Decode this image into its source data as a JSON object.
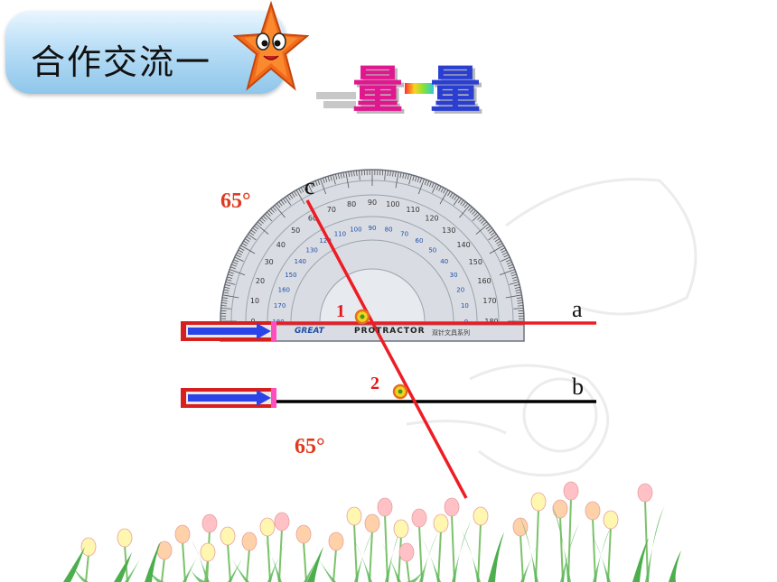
{
  "title": "合作交流一",
  "activity": {
    "left_char": "量",
    "right_char": "量"
  },
  "lines": {
    "a": "a",
    "b": "b",
    "c": "c"
  },
  "angles": [
    {
      "number": "1",
      "value": "65°"
    },
    {
      "number": "2",
      "value": "65°"
    }
  ],
  "protractor": {
    "brand": "GREAT",
    "name": "PROTRACTOR",
    "series": "双针文具系列",
    "outer_scale": [
      "0",
      "10",
      "20",
      "30",
      "40",
      "50",
      "60",
      "70",
      "80",
      "90",
      "100",
      "110",
      "120",
      "130",
      "140",
      "150",
      "160",
      "170",
      "180"
    ],
    "inner_scale": [
      "180",
      "170",
      "160",
      "150",
      "140",
      "130",
      "120",
      "110",
      "100",
      "90",
      "80",
      "70",
      "60",
      "50",
      "40",
      "30",
      "20",
      "10",
      "0"
    ]
  },
  "colors": {
    "line_a": "#ee1c24",
    "line_b": "#000000",
    "line_c": "#ee1c24",
    "arrow": "#2b44e8",
    "arrow_box": "#d81f1f",
    "angle_text": "#e03a1e"
  },
  "icons": [
    "star-mascot-icon",
    "arrow-icon",
    "tulip-icon"
  ]
}
